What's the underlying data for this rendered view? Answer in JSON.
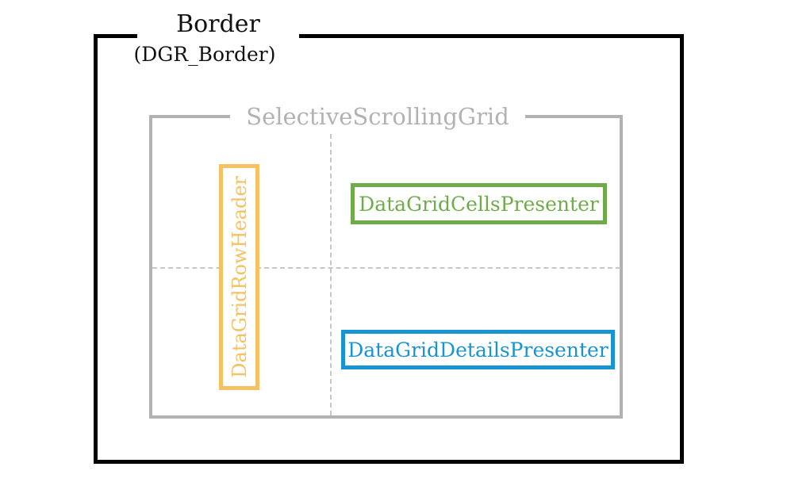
{
  "diagram": {
    "border": {
      "title": "Border",
      "subtitle": "(DGR_Border)",
      "color": "#000000"
    },
    "grid": {
      "title": "SelectiveScrollingGrid",
      "color": "#b2b2b2",
      "split_lines": "dashed"
    },
    "row_header": {
      "label": "DataGridRowHeader",
      "color": "#f6c163",
      "orientation": "vertical"
    },
    "cells_presenter": {
      "label": "DataGridCellsPresenter",
      "color": "#6fab49"
    },
    "details_presenter": {
      "label": "DataGridDetailsPresenter",
      "color": "#1794d1"
    }
  }
}
